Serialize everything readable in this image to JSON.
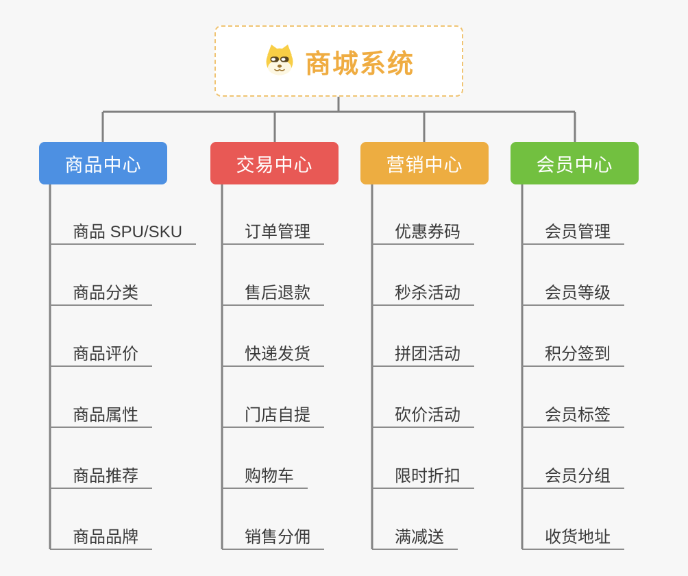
{
  "root": {
    "label": "商城系统",
    "icon": "dog-face-icon"
  },
  "colors": {
    "background": "#f7f7f7",
    "root_text": "#efac41",
    "root_border": "#f0c473",
    "connector": "#808080",
    "item_underline": "#8c8c8c",
    "item_text": "#3a3a3a",
    "branch_product": "#4d90e2",
    "branch_trade": "#e85955",
    "branch_marketing": "#edad41",
    "branch_member": "#72c040"
  },
  "branches": [
    {
      "label": "商品中心",
      "color": "#4d90e2",
      "items": [
        "商品 SPU/SKU",
        "商品分类",
        "商品评价",
        "商品属性",
        "商品推荐",
        "商品品牌"
      ]
    },
    {
      "label": "交易中心",
      "color": "#e85955",
      "items": [
        "订单管理",
        "售后退款",
        "快递发货",
        "门店自提",
        "购物车",
        "销售分佣"
      ]
    },
    {
      "label": "营销中心",
      "color": "#edad41",
      "items": [
        "优惠券码",
        "秒杀活动",
        "拼团活动",
        "砍价活动",
        "限时折扣",
        "满减送"
      ]
    },
    {
      "label": "会员中心",
      "color": "#72c040",
      "items": [
        "会员管理",
        "会员等级",
        "积分签到",
        "会员标签",
        "会员分组",
        "收货地址"
      ]
    }
  ]
}
